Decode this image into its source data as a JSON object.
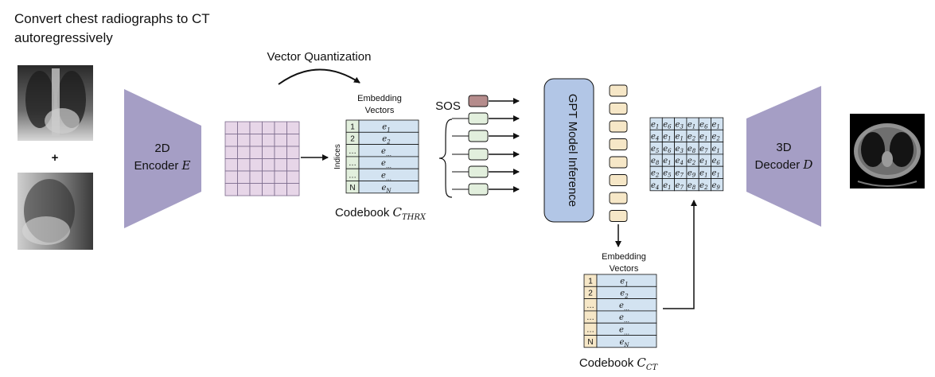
{
  "title": "Convert chest radiographs to CT autoregressively",
  "plus_sign": "+",
  "encoder": {
    "line1": "2D",
    "line2_text": "Encoder ",
    "line2_var": "E"
  },
  "decoder": {
    "line1": "3D",
    "line2_text": "Decoder ",
    "line2_var": "D"
  },
  "vq_label": "Vector Quantization",
  "codebook_thrx": {
    "header_line1": "Embedding",
    "header_line2": "Vectors",
    "side_label": "Indices",
    "indices": [
      "1",
      "2",
      "…",
      "…",
      "…",
      "N"
    ],
    "entries": [
      {
        "base": "e",
        "sub": "1"
      },
      {
        "base": "e",
        "sub": "2"
      },
      {
        "base": "e",
        "sub": "…"
      },
      {
        "base": "e",
        "sub": "…"
      },
      {
        "base": "e",
        "sub": "…"
      },
      {
        "base": "e",
        "sub": "N"
      }
    ],
    "caption_text": "Codebook ",
    "caption_var": "C",
    "caption_sub": "THRX"
  },
  "sos_label": "SOS",
  "gpt_label": "GPT Model Inference",
  "codebook_ct": {
    "header_line1": "Embedding",
    "header_line2": "Vectors",
    "indices": [
      "1",
      "2",
      "…",
      "…",
      "…",
      "N"
    ],
    "entries": [
      {
        "base": "e",
        "sub": "1"
      },
      {
        "base": "e",
        "sub": "2"
      },
      {
        "base": "e",
        "sub": "…"
      },
      {
        "base": "e",
        "sub": "…"
      },
      {
        "base": "e",
        "sub": "…"
      },
      {
        "base": "e",
        "sub": "N"
      }
    ],
    "caption_text": "Codebook ",
    "caption_var": "C",
    "caption_sub": "CT"
  },
  "grid_var": "e",
  "token_grid": [
    [
      "1",
      "6",
      "3",
      "1",
      "6",
      "1"
    ],
    [
      "4",
      "1",
      "1",
      "2",
      "1",
      "2"
    ],
    [
      "5",
      "6",
      "3",
      "8",
      "7",
      "1"
    ],
    [
      "8",
      "1",
      "4",
      "2",
      "1",
      "6"
    ],
    [
      "2",
      "5",
      "7",
      "9",
      "1",
      "1"
    ],
    [
      "4",
      "1",
      "7",
      "8",
      "2",
      "9"
    ]
  ],
  "colors": {
    "encoder_fill": "#a59ec5",
    "latent_fill": "#e7d6e8",
    "codebook_entry_fill": "#d3e3f1",
    "index_fill_thrx": "#e2efdd",
    "index_fill_ct": "#f6e7c7",
    "sos_fill": "#b58c8c",
    "token_in_fill": "#e2efdd",
    "token_out_fill": "#f6e7c7",
    "gpt_fill": "#b2c6e6",
    "grid_fill": "#d3e3f1"
  }
}
